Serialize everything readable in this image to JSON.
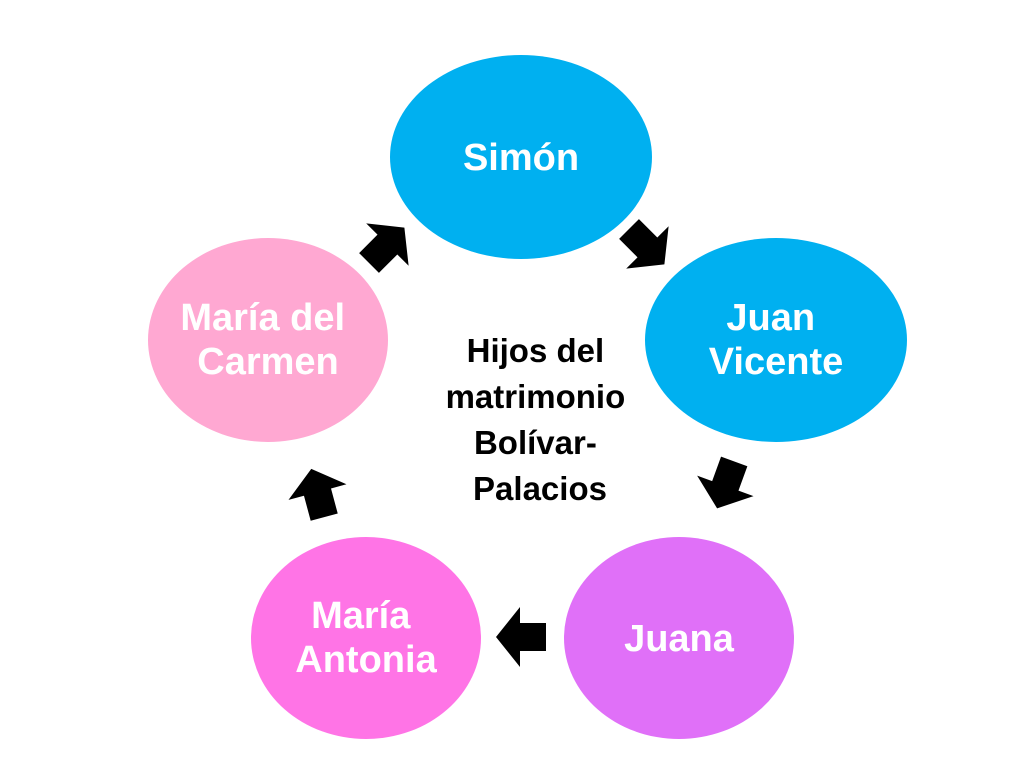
{
  "diagram": {
    "type": "cycle",
    "center_text": [
      "Hijos del",
      "matrimonio",
      "Bolívar-",
      "Palacios"
    ],
    "nodes": [
      {
        "id": "simon",
        "lines": [
          "Simón"
        ],
        "color": "#00B0F0"
      },
      {
        "id": "juan-vicente",
        "lines": [
          "Juan",
          "Vicente"
        ],
        "color": "#00B0F0"
      },
      {
        "id": "juana",
        "lines": [
          "Juana"
        ],
        "color": "#E070F8"
      },
      {
        "id": "maria-antonia",
        "lines": [
          "María",
          "Antonia"
        ],
        "color": "#FF74E6"
      },
      {
        "id": "maria-del-carmen",
        "lines": [
          "María del",
          "Carmen"
        ],
        "color": "#FFA8D2"
      }
    ],
    "arrow_color": "#000000",
    "edges": [
      {
        "from": "simon",
        "to": "juan-vicente"
      },
      {
        "from": "juan-vicente",
        "to": "juana"
      },
      {
        "from": "juana",
        "to": "maria-antonia"
      },
      {
        "from": "maria-antonia",
        "to": "maria-del-carmen"
      },
      {
        "from": "maria-del-carmen",
        "to": "simon"
      }
    ]
  }
}
